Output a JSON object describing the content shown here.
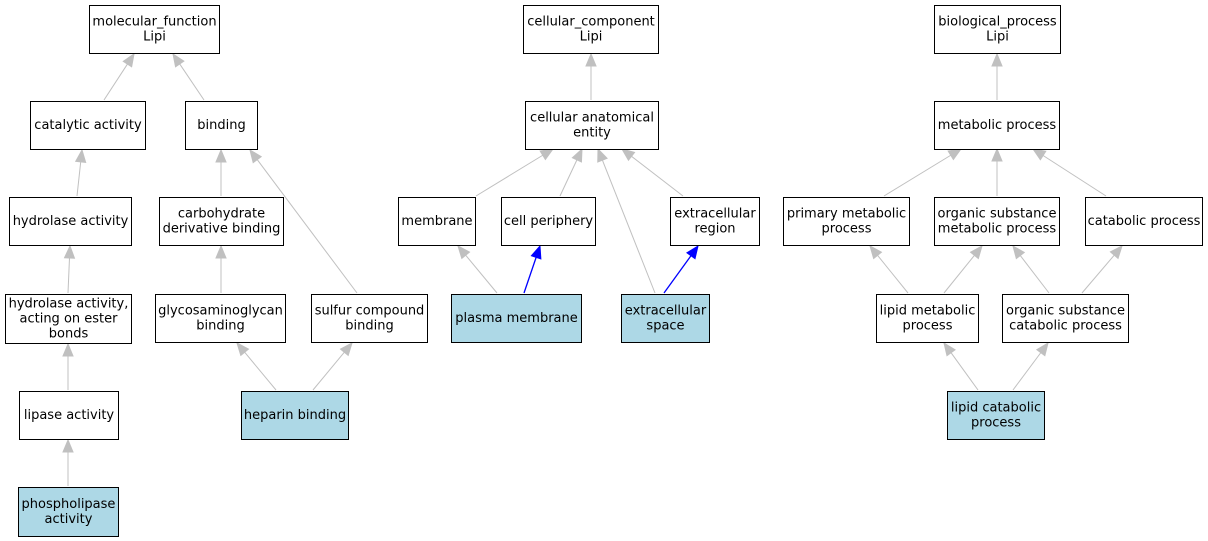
{
  "colors": {
    "node_fill": "#ffffff",
    "highlight_fill": "#add8e6",
    "node_border": "#000000",
    "edge_gray": "#c0c0c0",
    "edge_blue": "#0000ff"
  },
  "nodes": [
    {
      "id": "mf",
      "lines": [
        "molecular_function",
        "Lipi"
      ],
      "highlight": false
    },
    {
      "id": "cat",
      "lines": [
        "catalytic activity"
      ],
      "highlight": false
    },
    {
      "id": "bind",
      "lines": [
        "binding"
      ],
      "highlight": false
    },
    {
      "id": "hyd",
      "lines": [
        "hydrolase activity"
      ],
      "highlight": false
    },
    {
      "id": "carb",
      "lines": [
        "carbohydrate",
        "derivative binding"
      ],
      "highlight": false
    },
    {
      "id": "hydest",
      "lines": [
        "hydrolase activity,",
        "acting on ester",
        "bonds"
      ],
      "highlight": false
    },
    {
      "id": "gag",
      "lines": [
        "glycosaminoglycan",
        "binding"
      ],
      "highlight": false
    },
    {
      "id": "sulf",
      "lines": [
        "sulfur compound",
        "binding"
      ],
      "highlight": false
    },
    {
      "id": "lip",
      "lines": [
        "lipase activity"
      ],
      "highlight": false
    },
    {
      "id": "hep",
      "lines": [
        "heparin binding"
      ],
      "highlight": true
    },
    {
      "id": "phos",
      "lines": [
        "phospholipase",
        "activity"
      ],
      "highlight": true
    },
    {
      "id": "cc",
      "lines": [
        "cellular_component",
        "Lipi"
      ],
      "highlight": false
    },
    {
      "id": "cae",
      "lines": [
        "cellular anatomical",
        "entity"
      ],
      "highlight": false
    },
    {
      "id": "mem",
      "lines": [
        "membrane"
      ],
      "highlight": false
    },
    {
      "id": "cper",
      "lines": [
        "cell periphery"
      ],
      "highlight": false
    },
    {
      "id": "exreg",
      "lines": [
        "extracellular",
        "region"
      ],
      "highlight": false
    },
    {
      "id": "pm",
      "lines": [
        "plasma membrane"
      ],
      "highlight": true
    },
    {
      "id": "exsp",
      "lines": [
        "extracellular",
        "space"
      ],
      "highlight": true
    },
    {
      "id": "bp",
      "lines": [
        "biological_process",
        "Lipi"
      ],
      "highlight": false
    },
    {
      "id": "metp",
      "lines": [
        "metabolic process"
      ],
      "highlight": false
    },
    {
      "id": "pmp",
      "lines": [
        "primary metabolic",
        "process"
      ],
      "highlight": false
    },
    {
      "id": "osmp",
      "lines": [
        "organic substance",
        "metabolic process"
      ],
      "highlight": false
    },
    {
      "id": "catp",
      "lines": [
        "catabolic process"
      ],
      "highlight": false
    },
    {
      "id": "lmp",
      "lines": [
        "lipid metabolic",
        "process"
      ],
      "highlight": false
    },
    {
      "id": "oscp",
      "lines": [
        "organic substance",
        "catabolic process"
      ],
      "highlight": false
    },
    {
      "id": "lcp",
      "lines": [
        "lipid catabolic",
        "process"
      ],
      "highlight": true
    }
  ],
  "edges": [
    {
      "from": "cat",
      "to": "mf",
      "color": "gray"
    },
    {
      "from": "bind",
      "to": "mf",
      "color": "gray"
    },
    {
      "from": "hyd",
      "to": "cat",
      "color": "gray"
    },
    {
      "from": "carb",
      "to": "bind",
      "color": "gray"
    },
    {
      "from": "sulf",
      "to": "bind",
      "color": "gray"
    },
    {
      "from": "hydest",
      "to": "hyd",
      "color": "gray"
    },
    {
      "from": "gag",
      "to": "carb",
      "color": "gray"
    },
    {
      "from": "lip",
      "to": "hydest",
      "color": "gray"
    },
    {
      "from": "hep",
      "to": "gag",
      "color": "gray"
    },
    {
      "from": "hep",
      "to": "sulf",
      "color": "gray"
    },
    {
      "from": "phos",
      "to": "lip",
      "color": "gray"
    },
    {
      "from": "cae",
      "to": "cc",
      "color": "gray"
    },
    {
      "from": "mem",
      "to": "cae",
      "color": "gray"
    },
    {
      "from": "cper",
      "to": "cae",
      "color": "gray"
    },
    {
      "from": "exreg",
      "to": "cae",
      "color": "gray"
    },
    {
      "from": "exsp",
      "to": "cae",
      "color": "gray"
    },
    {
      "from": "pm",
      "to": "mem",
      "color": "gray"
    },
    {
      "from": "pm",
      "to": "cper",
      "color": "blue"
    },
    {
      "from": "exsp",
      "to": "exreg",
      "color": "blue"
    },
    {
      "from": "metp",
      "to": "bp",
      "color": "gray"
    },
    {
      "from": "pmp",
      "to": "metp",
      "color": "gray"
    },
    {
      "from": "osmp",
      "to": "metp",
      "color": "gray"
    },
    {
      "from": "catp",
      "to": "metp",
      "color": "gray"
    },
    {
      "from": "lmp",
      "to": "pmp",
      "color": "gray"
    },
    {
      "from": "lmp",
      "to": "osmp",
      "color": "gray"
    },
    {
      "from": "oscp",
      "to": "osmp",
      "color": "gray"
    },
    {
      "from": "oscp",
      "to": "catp",
      "color": "gray"
    },
    {
      "from": "lcp",
      "to": "lmp",
      "color": "gray"
    },
    {
      "from": "lcp",
      "to": "oscp",
      "color": "gray"
    }
  ]
}
